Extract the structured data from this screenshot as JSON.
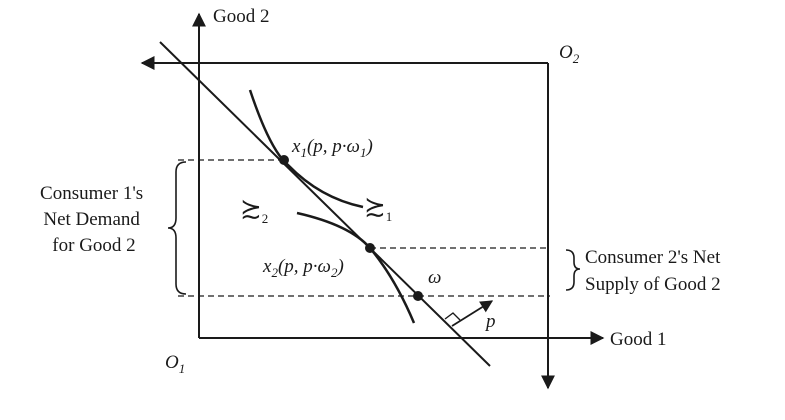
{
  "axes": {
    "good2": "Good 2",
    "good1": "Good 1",
    "origin1": {
      "main": "O",
      "sub": "1"
    },
    "origin2": {
      "main": "O",
      "sub": "2"
    }
  },
  "points": {
    "x1": {
      "main": "x",
      "sub": "1",
      "args": "(p, p·ω",
      "args_sub": "1",
      "close": ")"
    },
    "x2": {
      "main": "x",
      "sub": "2",
      "args": "(p, p·ω",
      "args_sub": "2",
      "close": ")"
    },
    "omega": "ω",
    "price_vector": "p"
  },
  "preferences": {
    "pref2": {
      "symbol": "≿",
      "sub": "2"
    },
    "pref1": {
      "symbol": "≿",
      "sub": "1"
    }
  },
  "annotations": {
    "consumer1": [
      "Consumer 1's",
      "Net Demand",
      "for Good 2"
    ],
    "consumer2": [
      "Consumer 2's Net",
      "Supply of Good 2"
    ]
  }
}
